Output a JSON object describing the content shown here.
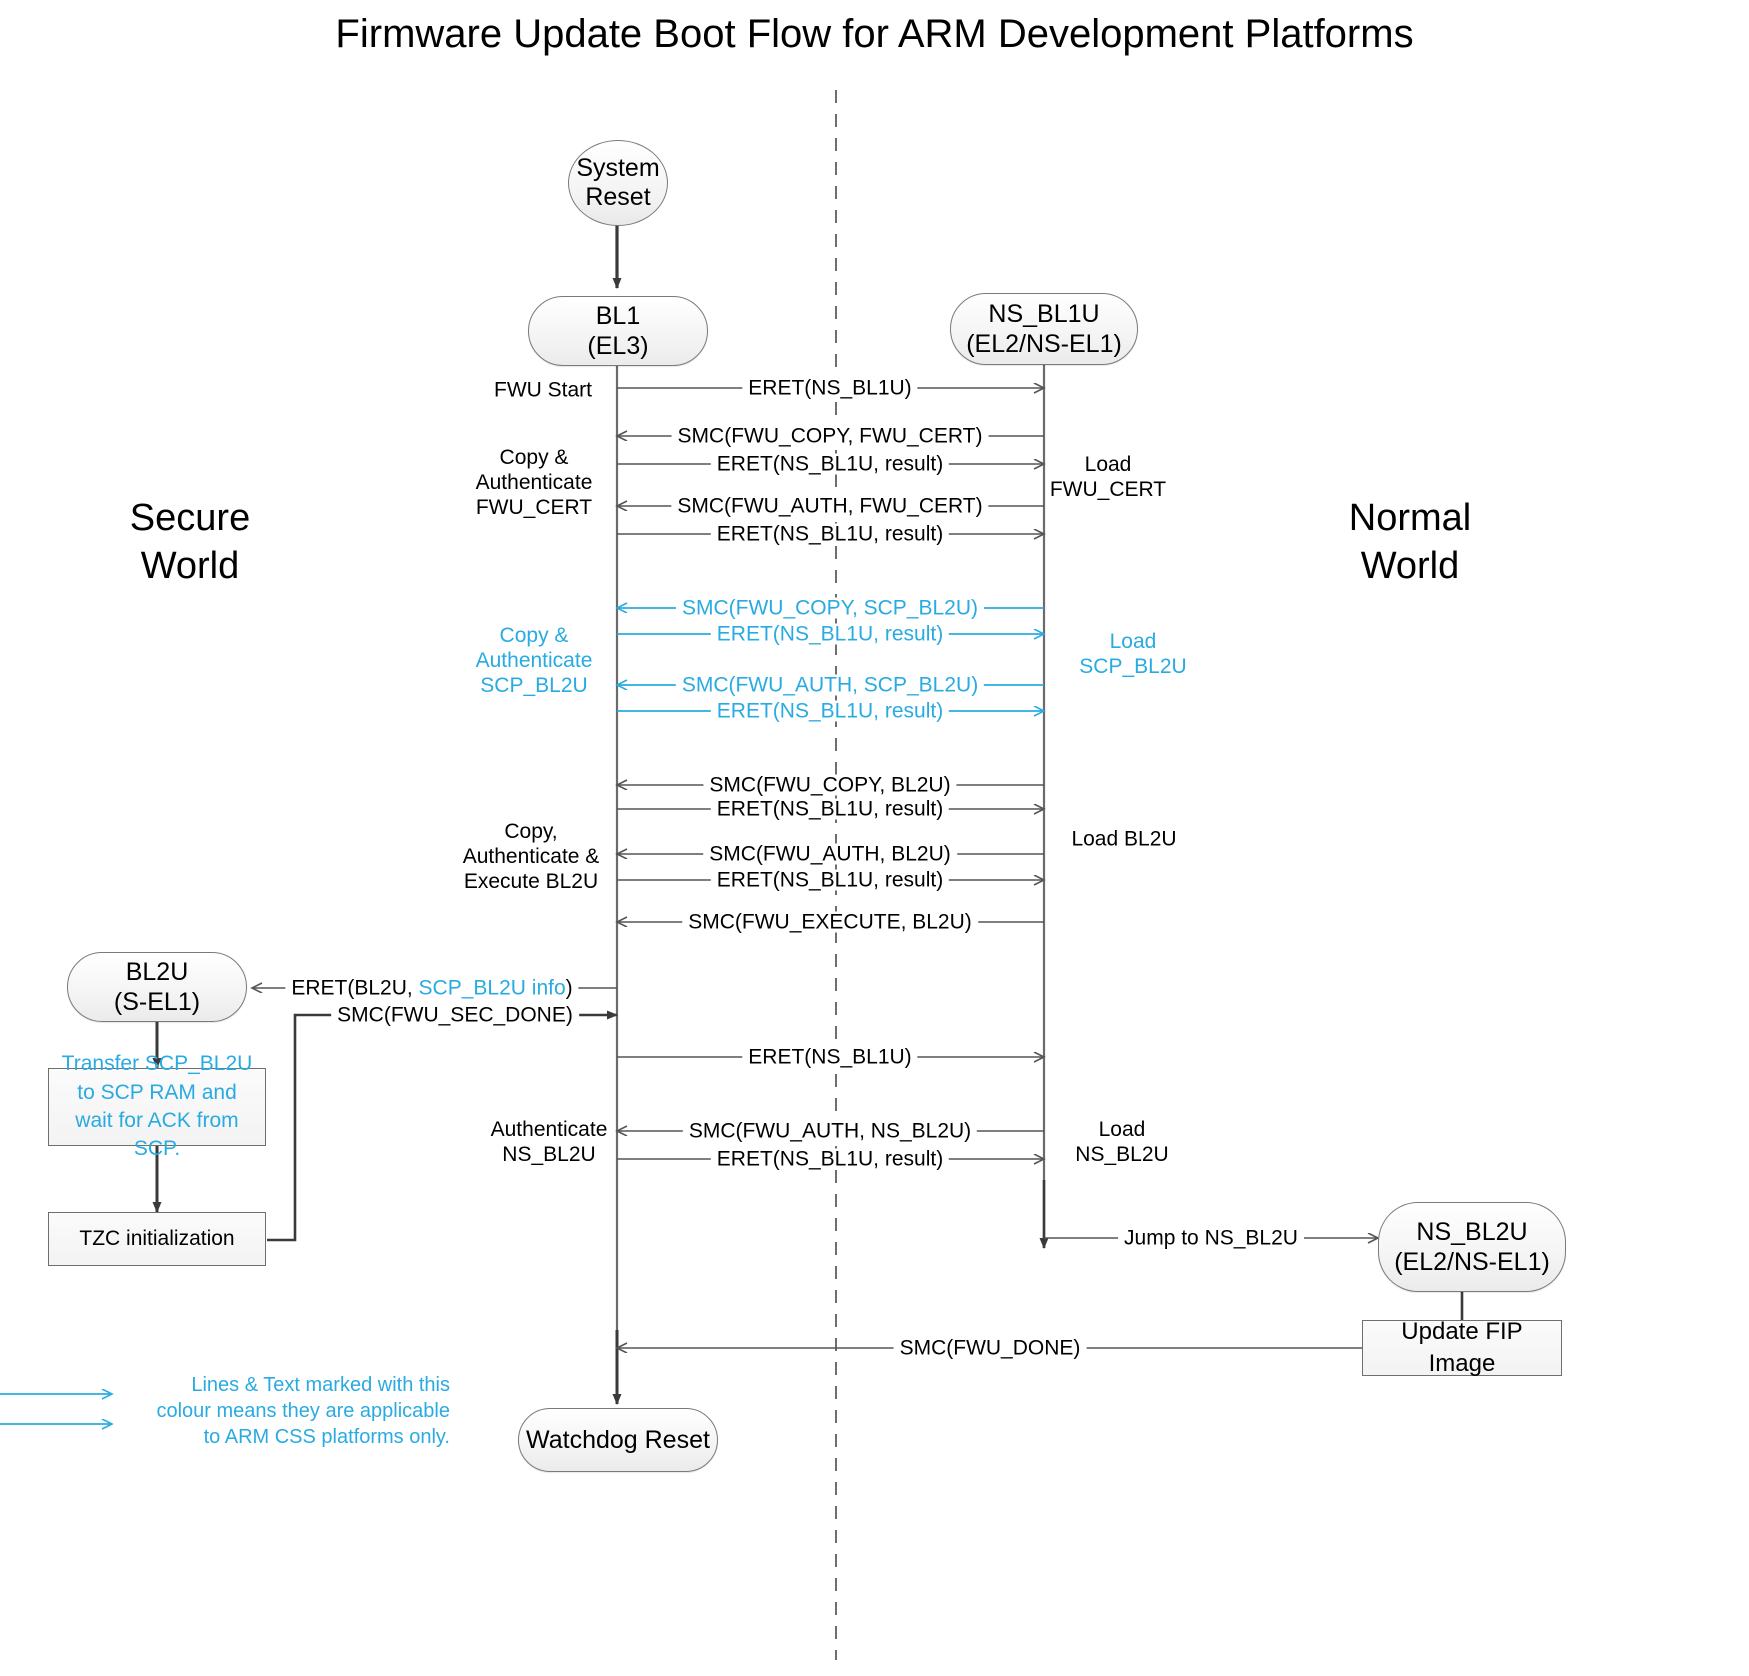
{
  "title": "Firmware Update Boot Flow for ARM Development Platforms",
  "colors": {
    "accent_cyan": "#29ABE2",
    "line_black": "#3a3a3a",
    "node_border": "#7a7a7a",
    "background": "#ffffff"
  },
  "worlds": {
    "secure": "Secure\nWorld",
    "normal": "Normal\nWorld"
  },
  "nodes": {
    "system_reset": {
      "line1": "System",
      "line2": "Reset"
    },
    "bl1": {
      "line1": "BL1",
      "line2": "(EL3)"
    },
    "ns_bl1u": {
      "line1": "NS_BL1U",
      "line2": "(EL2/NS-EL1)"
    },
    "bl2u": {
      "line1": "BL2U",
      "line2": "(S-EL1)"
    },
    "ns_bl2u": {
      "line1": "NS_BL2U",
      "line2": "(EL2/NS-EL1)"
    },
    "watchdog_reset": {
      "line1": "Watchdog Reset",
      "line2": ""
    }
  },
  "boxes": {
    "transfer_scp": "Transfer SCP_BL2U to SCP RAM and wait for ACK from SCP.",
    "tzc_init": "TZC initialization",
    "update_fip": "Update FIP Image"
  },
  "messages": [
    {
      "id": "m1",
      "label": "ERET(NS_BL1U)",
      "color": "black",
      "dir": "right"
    },
    {
      "id": "m2",
      "label": "SMC(FWU_COPY, FWU_CERT)",
      "color": "black",
      "dir": "left"
    },
    {
      "id": "m3",
      "label": "ERET(NS_BL1U, result)",
      "color": "black",
      "dir": "right"
    },
    {
      "id": "m4",
      "label": "SMC(FWU_AUTH, FWU_CERT)",
      "color": "black",
      "dir": "left"
    },
    {
      "id": "m5",
      "label": "ERET(NS_BL1U, result)",
      "color": "black",
      "dir": "right"
    },
    {
      "id": "m6",
      "label": "SMC(FWU_COPY, SCP_BL2U)",
      "color": "cyan",
      "dir": "left"
    },
    {
      "id": "m7",
      "label": "ERET(NS_BL1U, result)",
      "color": "cyan",
      "dir": "right"
    },
    {
      "id": "m8",
      "label": "SMC(FWU_AUTH, SCP_BL2U)",
      "color": "cyan",
      "dir": "left"
    },
    {
      "id": "m9",
      "label": "ERET(NS_BL1U, result)",
      "color": "cyan",
      "dir": "right"
    },
    {
      "id": "m10",
      "label": "SMC(FWU_COPY, BL2U)",
      "color": "black",
      "dir": "left"
    },
    {
      "id": "m11",
      "label": "ERET(NS_BL1U, result)",
      "color": "black",
      "dir": "right"
    },
    {
      "id": "m12",
      "label": "SMC(FWU_AUTH, BL2U)",
      "color": "black",
      "dir": "left"
    },
    {
      "id": "m13",
      "label": "ERET(NS_BL1U, result)",
      "color": "black",
      "dir": "right"
    },
    {
      "id": "m14",
      "label": "SMC(FWU_EXECUTE, BL2U)",
      "color": "black",
      "dir": "left"
    },
    {
      "id": "m15",
      "label": "ERET(BL2U, SCP_BL2U info)",
      "color": "mixed",
      "dir": "left",
      "label_parts": [
        {
          "text": "ERET(BL2U, ",
          "color": "black"
        },
        {
          "text": "SCP_BL2U info",
          "color": "cyan"
        },
        {
          "text": ")",
          "color": "black"
        }
      ]
    },
    {
      "id": "m16",
      "label": "SMC(FWU_SEC_DONE)",
      "color": "black",
      "dir": "right"
    },
    {
      "id": "m17",
      "label": "ERET(NS_BL1U)",
      "color": "black",
      "dir": "right"
    },
    {
      "id": "m18",
      "label": "SMC(FWU_AUTH, NS_BL2U)",
      "color": "black",
      "dir": "left"
    },
    {
      "id": "m19",
      "label": "ERET(NS_BL1U, result)",
      "color": "black",
      "dir": "right"
    },
    {
      "id": "m20",
      "label": "Jump to NS_BL2U",
      "color": "black",
      "dir": "right"
    },
    {
      "id": "m21",
      "label": "SMC(FWU_DONE)",
      "color": "black",
      "dir": "left"
    }
  ],
  "annotations": {
    "left": [
      {
        "id": "a-fwu-start",
        "text": "FWU Start",
        "color": "black"
      },
      {
        "id": "a-copy-cert",
        "text": "Copy &\nAuthenticate\nFWU_CERT",
        "color": "black"
      },
      {
        "id": "a-copy-scp",
        "text": "Copy &\nAuthenticate\nSCP_BL2U",
        "color": "cyan"
      },
      {
        "id": "a-copy-bl2u",
        "text": "Copy,\nAuthenticate &\nExecute BL2U",
        "color": "black"
      },
      {
        "id": "a-auth-nsbl2u",
        "text": "Authenticate\nNS_BL2U",
        "color": "black"
      }
    ],
    "right": [
      {
        "id": "a-load-cert",
        "text": "Load\nFWU_CERT",
        "color": "black"
      },
      {
        "id": "a-load-scp",
        "text": "Load\nSCP_BL2U",
        "color": "cyan"
      },
      {
        "id": "a-load-bl2u",
        "text": "Load BL2U",
        "color": "black"
      },
      {
        "id": "a-load-nsbl2u",
        "text": "Load\nNS_BL2U",
        "color": "black"
      }
    ]
  },
  "legend": {
    "text": "Lines & Text marked with this colour means they are applicable to ARM CSS platforms only."
  }
}
